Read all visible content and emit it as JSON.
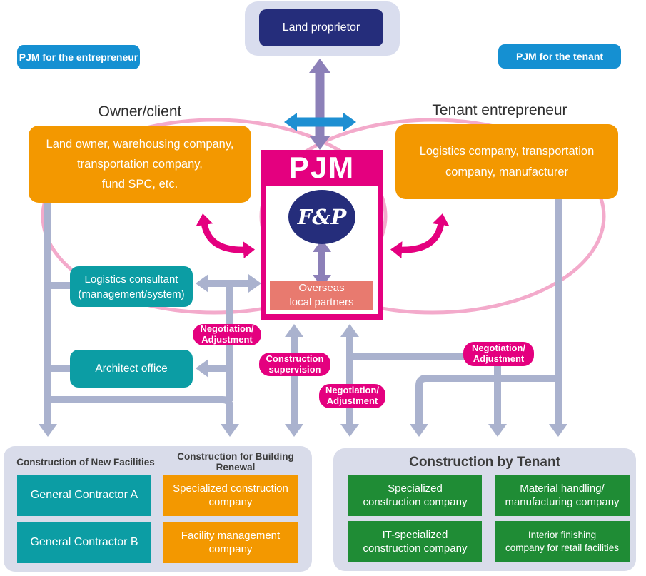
{
  "badges": {
    "entrepreneur": "PJM for the entrepreneur",
    "tenant": "PJM for the tenant"
  },
  "top": {
    "land_proprietor": "Land proprietor"
  },
  "owner": {
    "title": "Owner/client",
    "members": "Land owner, warehousing company,\ntransportation company,\nfund SPC, etc."
  },
  "tenant": {
    "title": "Tenant entrepreneur",
    "members": "Logistics company, transportation\ncompany, manufacturer"
  },
  "pjm": {
    "title": "PJM",
    "logo": "F&P",
    "overseas": "Overseas\nlocal partners"
  },
  "consultants": {
    "logistics": "Logistics consultant\n(management/system)",
    "architect": "Architect office"
  },
  "pills": {
    "negotiation": "Negotiation/\nAdjustment",
    "supervision": "Construction\nsupervision"
  },
  "left_panel": {
    "header_new": "Construction of New Facilities",
    "header_renewal": "Construction for Building Renewal",
    "contractor_a": "General Contractor A",
    "contractor_b": "General Contractor B",
    "specialized": "Specialized construction\ncompany",
    "facility": "Facility management\ncompany"
  },
  "right_panel": {
    "header": "Construction by Tenant",
    "specialized": "Specialized\nconstruction company",
    "material": "Material handling/\nmanufacturing company",
    "it": "IT-specialized\nconstruction company",
    "interior": "Interior finishing\ncompany for retail facilities"
  },
  "colors": {
    "magenta": "#E4007F",
    "orange": "#F39800",
    "teal": "#0C9DA4",
    "green": "#1F8C35",
    "navy": "#252D7B",
    "blue": "#1590D2",
    "salmon": "#E87A6F",
    "purple_arrow": "#8C80B8",
    "gray_connector": "#AAB2CE",
    "pink_ellipse": "#F3AACB",
    "panel_bg": "#D9DCEA"
  }
}
